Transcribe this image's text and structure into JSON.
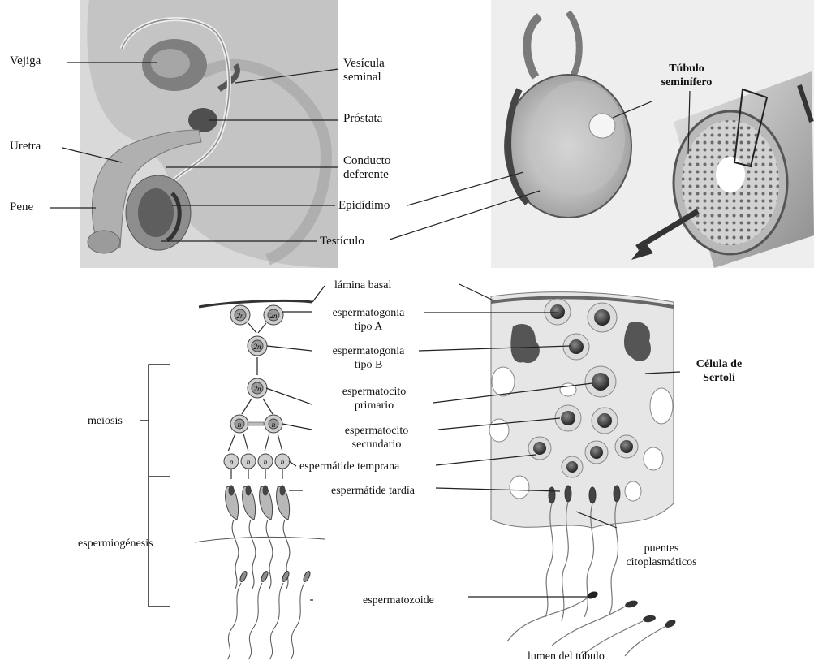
{
  "anatomy_labels": {
    "vejiga": "Vejiga",
    "uretra": "Uretra",
    "pene": "Pene",
    "vesicula": "Vesícula\nseminal",
    "prostata": "Próstata",
    "conducto": "Conducto\ndeferente",
    "epididimo": "Epidídimo",
    "testiculo": "Testículo"
  },
  "testis_labels": {
    "tubulo": "Túbulo\nseminífero"
  },
  "stages": {
    "lamina_basal": "lámina basal",
    "spg_a": "espermatogonia\ntipo A",
    "spg_b": "espermatogonia\ntipo B",
    "spc_primario": "espermatocito\nprimario",
    "spc_secundario": "espermatocito\nsecundario",
    "sptd_temprana": "espermátide temprana",
    "sptd_tardia": "espermátide tardía",
    "espermatozoide": "espermatozoide"
  },
  "phases": {
    "meiosis": "meiosis",
    "espermiogenesis": "espermiogénesis"
  },
  "tubule_labels": {
    "sertoli": "Célula de\nSertoli",
    "puentes": "puentes\ncitoplasmáticos",
    "lumen": "lumen del túbulo"
  },
  "cell_ploidy": {
    "diploid": "2n",
    "haploid": "n"
  }
}
